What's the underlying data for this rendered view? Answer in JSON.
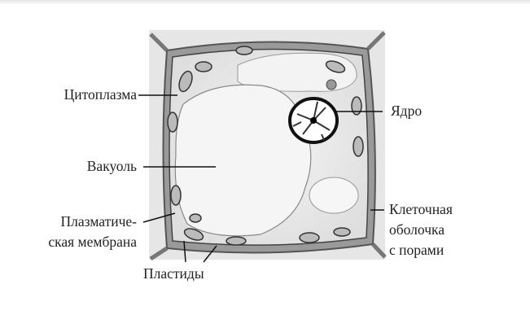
{
  "labels": {
    "cytoplasm": "Цитоплазма",
    "vacuole": "Вакуоль",
    "membrane_line1": "Плазматиче-",
    "membrane_line2": "ская мембрана",
    "plastids": "Пластиды",
    "nucleus": "Ядро",
    "wall_line1": "Клеточная",
    "wall_line2": "оболочка",
    "wall_line3": "с порами"
  }
}
